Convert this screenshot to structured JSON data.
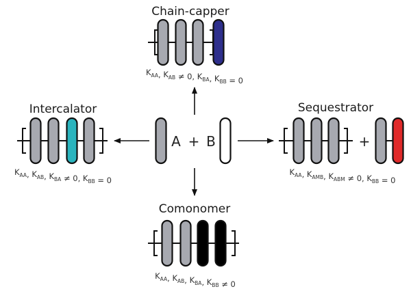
{
  "colors": {
    "A": "#a7a9b0",
    "B": "#ffffff",
    "chain_capper": "#2e2f8c",
    "intercalator": "#2ab4be",
    "sequestrator": "#e02a2a",
    "comonomer": "#000000",
    "outline": "#111111"
  },
  "center": {
    "monomer_a_label": "A",
    "plus": "+",
    "monomer_b_label": "B"
  },
  "panels": {
    "chain_capper": {
      "title": "Chain-capper",
      "units": [
        "A",
        "A",
        "A",
        "capper"
      ],
      "equation": [
        {
          "t": "K"
        },
        {
          "s": "AA"
        },
        {
          "t": ", K"
        },
        {
          "s": "AB"
        },
        {
          "t": " ≠ 0, K"
        },
        {
          "s": "BA"
        },
        {
          "t": ", K"
        },
        {
          "s": "BB"
        },
        {
          "t": " = 0"
        }
      ]
    },
    "intercalator": {
      "title": "Intercalator",
      "units": [
        "A",
        "A",
        "intercalator",
        "A"
      ],
      "equation": [
        {
          "t": "K"
        },
        {
          "s": "AA"
        },
        {
          "t": ", K"
        },
        {
          "s": "AB"
        },
        {
          "t": ", K"
        },
        {
          "s": "BA"
        },
        {
          "t": " ≠ 0, K"
        },
        {
          "s": "BB"
        },
        {
          "t": " = 0"
        }
      ]
    },
    "sequestrator": {
      "title": "Sequestrator",
      "units": [
        "A",
        "A",
        "A"
      ],
      "plus": "+",
      "dimer": [
        "A",
        "sequestrator"
      ],
      "equation": [
        {
          "t": "K"
        },
        {
          "s": "AA"
        },
        {
          "t": ", K"
        },
        {
          "s": "AMB"
        },
        {
          "t": ", K"
        },
        {
          "s": "ABM"
        },
        {
          "t": " ≠ 0, K"
        },
        {
          "s": "BB"
        },
        {
          "t": " = 0"
        }
      ]
    },
    "comonomer": {
      "title": "Comonomer",
      "units": [
        "A",
        "A",
        "comonomer",
        "comonomer"
      ],
      "equation": [
        {
          "t": "K"
        },
        {
          "s": "AA"
        },
        {
          "t": ", K"
        },
        {
          "s": "AB"
        },
        {
          "t": ", K"
        },
        {
          "s": "BA"
        },
        {
          "t": ", K"
        },
        {
          "s": "BB"
        },
        {
          "t": "  ≠ 0"
        }
      ]
    }
  }
}
